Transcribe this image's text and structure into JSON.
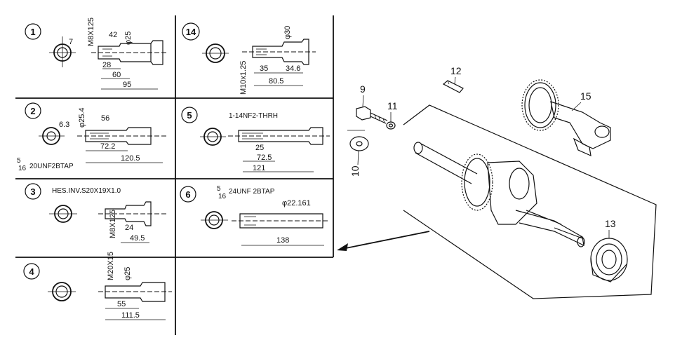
{
  "panels": [
    {
      "id": "1",
      "dims": [
        "7",
        "M8X125",
        "42",
        "φ25",
        "28",
        "60",
        "95"
      ]
    },
    {
      "id": "14",
      "dims": [
        "φ30",
        "M10x1.25",
        "35",
        "34.6",
        "80.5"
      ]
    },
    {
      "id": "2",
      "dims": [
        "6.3",
        "φ25.4",
        "56",
        "72.2",
        "120.5"
      ],
      "note_frac_num": "5",
      "note_frac_den": "16",
      "note": "20UNF2BTAP"
    },
    {
      "id": "5",
      "dims": [
        "25",
        "72.5",
        "121"
      ],
      "note": "1-14NF2-THRH"
    },
    {
      "id": "3",
      "dims": [
        "M8X125",
        "24",
        "49.5"
      ],
      "note": "HES.INV.S20X19X1.0"
    },
    {
      "id": "6",
      "dims": [
        "φ22.161",
        "138"
      ],
      "note_frac_num": "5",
      "note_frac_den": "16",
      "note": "24UNF 2BTAP"
    },
    {
      "id": "4",
      "dims": [
        "M20X15",
        "φ25",
        "55",
        "111.5"
      ]
    }
  ],
  "callouts": [
    "9",
    "11",
    "12",
    "15",
    "10",
    "13"
  ]
}
